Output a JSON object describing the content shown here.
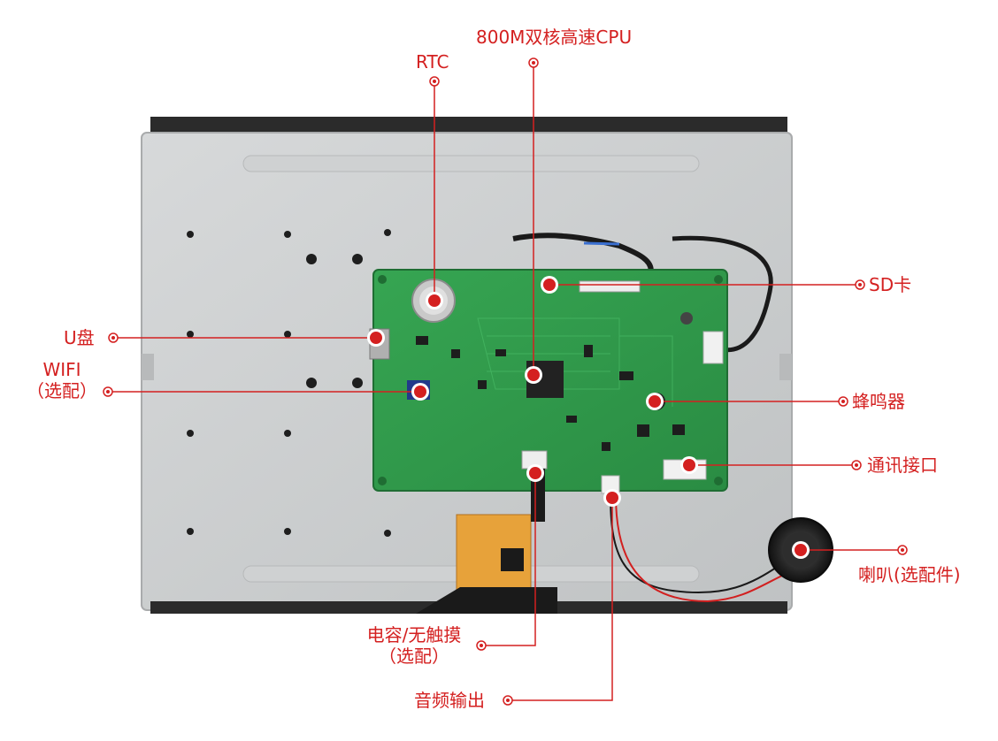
{
  "callouts": {
    "cpu": "800M双核高速CPU",
    "rtc": "RTC",
    "sd_card": "SD卡",
    "usb": "U盘",
    "wifi_line1": "WIFI",
    "wifi_line2": "（选配）",
    "buzzer": "蜂鸣器",
    "comm_port": "通讯接口",
    "speaker": "喇叭(选配件)",
    "touch_line1": "电容/无触摸",
    "touch_line2": "（选配）",
    "audio_out": "音频输出"
  },
  "colors": {
    "callout": "#d42020",
    "pcb": "#2f9a4a",
    "panel": "#c9cbcc",
    "fpc": "#e7a23a"
  }
}
